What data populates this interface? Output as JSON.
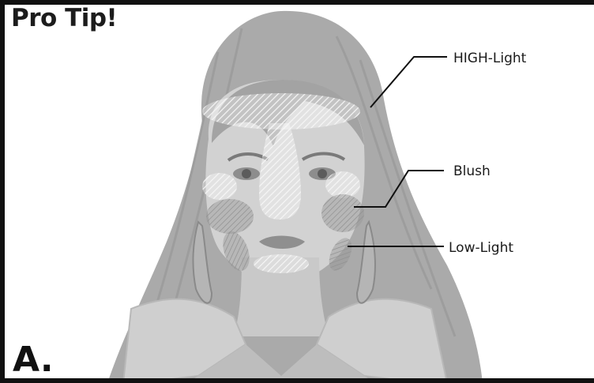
{
  "title": "Pro Tip!",
  "panel_letter": "A.",
  "callouts": {
    "highlight": "HIGH-Light",
    "blush": "Blush",
    "lowlight": "Low-Light"
  },
  "colors": {
    "border": "#111111",
    "figure_fill": "#cfcfcf",
    "hair_fill": "#a9a9a9",
    "hatch": "#f2f2f2",
    "leader_line": "#111111"
  }
}
